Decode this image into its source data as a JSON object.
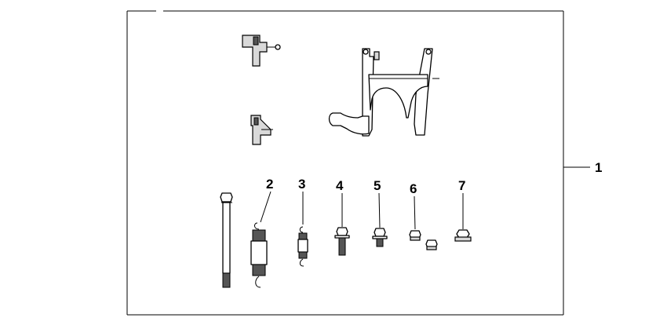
{
  "callouts": {
    "kit": "1",
    "spring_large": "2",
    "spring_small": "3",
    "bolt_long": "4",
    "bolt_short": "5",
    "nut_small": "6",
    "nut_flange": "7"
  }
}
